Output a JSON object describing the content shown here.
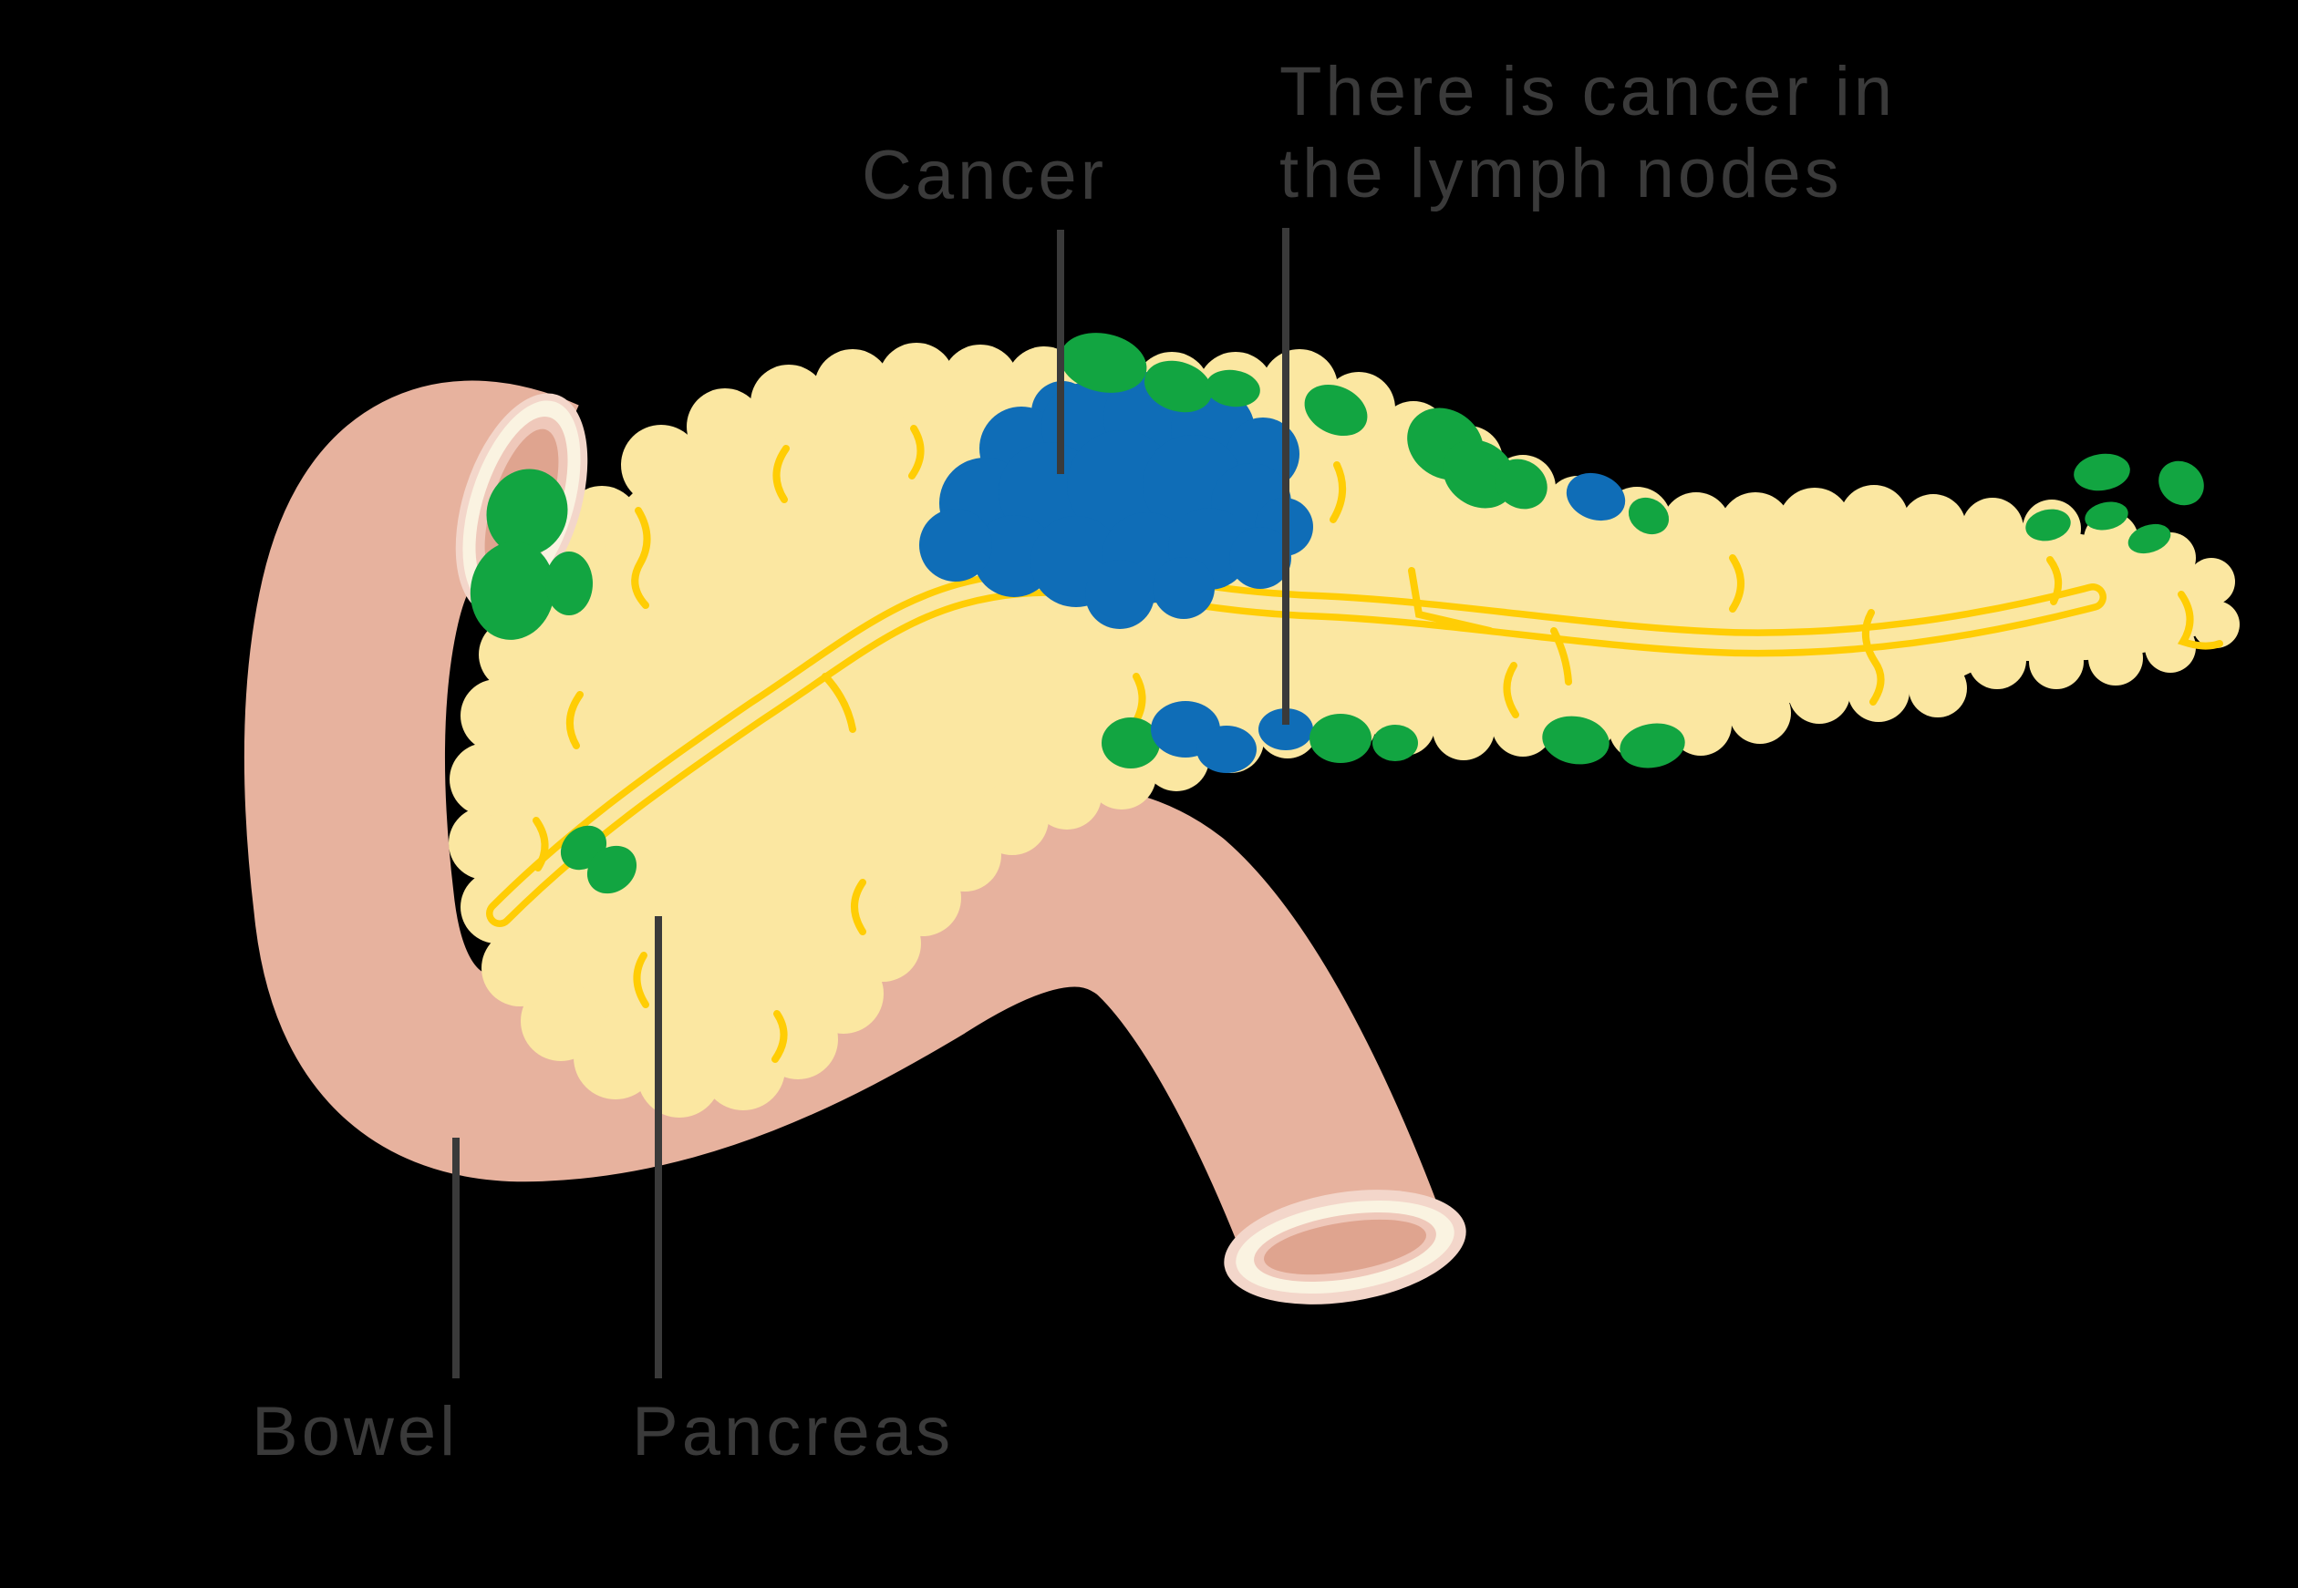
{
  "figure": {
    "type": "medical-illustration",
    "subject": "Pancreas with cancer and involved lymph nodes, shown beside the bowel"
  },
  "labels": {
    "cancer": "Cancer",
    "lymph_nodes": "There is cancer in\nthe lymph nodes",
    "bowel": "Bowel",
    "pancreas": "Pancreas"
  },
  "colors": {
    "background": "#000000",
    "label_text": "#3a3a3a",
    "leader_line": "#3a3a3a",
    "bowel": "#e7b29e",
    "bowel_cut_halo": "#f3d6ca",
    "bowel_cut_cream": "#faf3e1",
    "bowel_cut_rim": "#efc8ba",
    "bowel_cut_inner": "#dfa48f",
    "pancreas": "#fbe7a1",
    "pancreatic_duct": "#ffcd05",
    "lymph_node": "#12a541",
    "cancer_mass": "#0f6db7"
  }
}
